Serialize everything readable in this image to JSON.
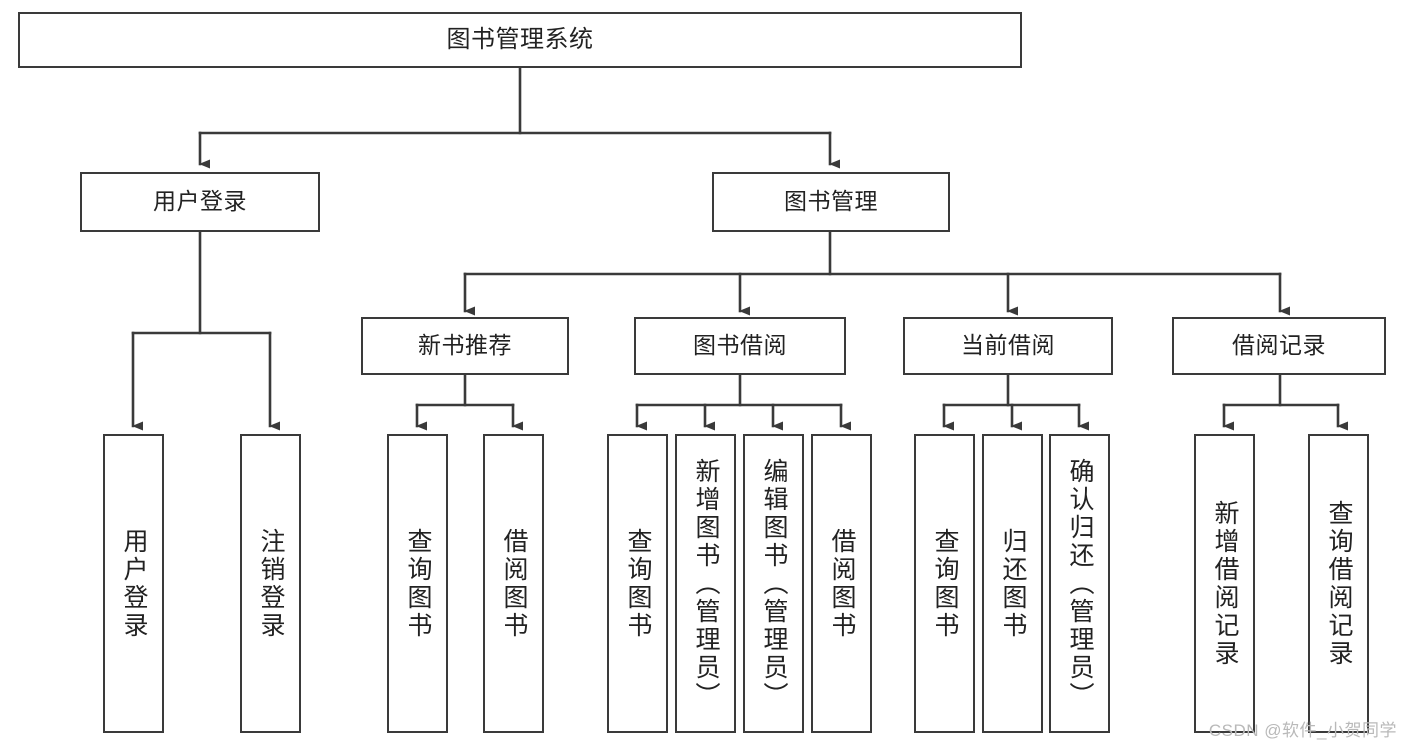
{
  "diagram": {
    "title": "图书管理系统",
    "watermark": "CSDN @软件_小贺同学",
    "line_color": "#3a3a3a",
    "box_fill": "#ffffff",
    "text_color": "#222222",
    "nodes": {
      "root": {
        "label": "图书管理系统"
      },
      "level1": [
        {
          "label": "用户登录"
        },
        {
          "label": "图书管理"
        }
      ],
      "level2": [
        {
          "label": "新书推荐"
        },
        {
          "label": "图书借阅"
        },
        {
          "label": "当前借阅"
        },
        {
          "label": "借阅记录"
        }
      ],
      "leaves": {
        "user_login": [
          {
            "label": "用户登录"
          },
          {
            "label": "注销登录"
          }
        ],
        "new_book_recommend": [
          {
            "label": "查询图书"
          },
          {
            "label": "借阅图书"
          }
        ],
        "book_borrow": [
          {
            "label": "查询图书"
          },
          {
            "label": "新增图书（管理员）"
          },
          {
            "label": "编辑图书（管理员）"
          },
          {
            "label": "借阅图书"
          }
        ],
        "current_borrow": [
          {
            "label": "查询图书"
          },
          {
            "label": "归还图书"
          },
          {
            "label": "确认归还（管理员）"
          }
        ],
        "borrow_record": [
          {
            "label": "新增借阅记录"
          },
          {
            "label": "查询借阅记录"
          }
        ]
      }
    }
  }
}
